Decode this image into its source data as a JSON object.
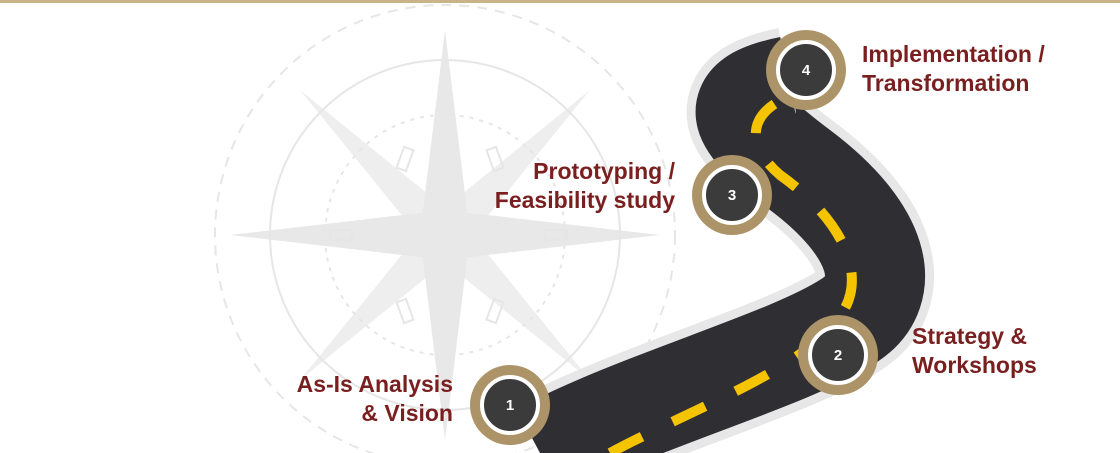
{
  "colors": {
    "top_rule": "#c9b48a",
    "label_text": "#7a1f1f",
    "marker_ring": "#ac9468",
    "marker_fill": "#3b3b3b",
    "road": "#2f2f33",
    "road_edge": "#e7e7e7",
    "lane_dash": "#f5c400",
    "compass": "#e6e6e6"
  },
  "steps": [
    {
      "number": "1",
      "label_line1": "As-Is Analysis",
      "label_line2": "& Vision"
    },
    {
      "number": "2",
      "label_line1": "Strategy &",
      "label_line2": "Workshops"
    },
    {
      "number": "3",
      "label_line1": "Prototyping /",
      "label_line2": "Feasibility study"
    },
    {
      "number": "4",
      "label_line1": "Implementation /",
      "label_line2": "Transformation"
    }
  ],
  "decorations": {
    "background": "compass-rose-watermark",
    "road": "winding-road-with-yellow-center-dashes"
  }
}
